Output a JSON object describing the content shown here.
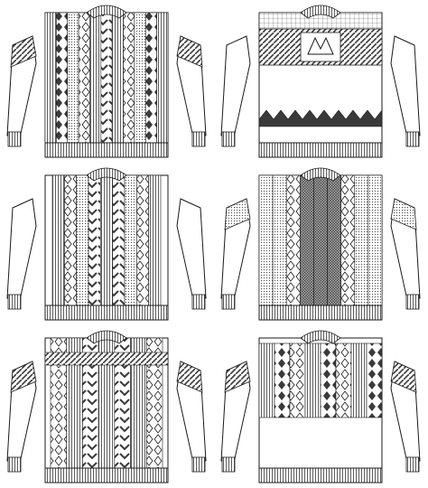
{
  "sheet": {
    "sweaters": [
      {
        "id": "front-allover",
        "pattern": "allover-diamond-stripes",
        "chest_band": "zigzag"
      },
      {
        "id": "back-yoke",
        "pattern": "yoke-motif-band",
        "chest_band": "motif-with-border"
      },
      {
        "id": "front-vertical",
        "pattern": "vertical-cable-panels",
        "chest_band": "none"
      },
      {
        "id": "back-vertical",
        "pattern": "central-crosshatch-panel",
        "chest_band": "none"
      },
      {
        "id": "front-aran",
        "pattern": "aran-cables-with-chevrons",
        "chest_band": "diagonal"
      },
      {
        "id": "back-yoke-2",
        "pattern": "yoke-diamond-band",
        "chest_band": "diamonds"
      }
    ],
    "colors": {
      "line": "#1a1a1a",
      "fill": "#ffffff",
      "dark": "#3a3a3a",
      "mid": "#8a8a8a"
    }
  }
}
